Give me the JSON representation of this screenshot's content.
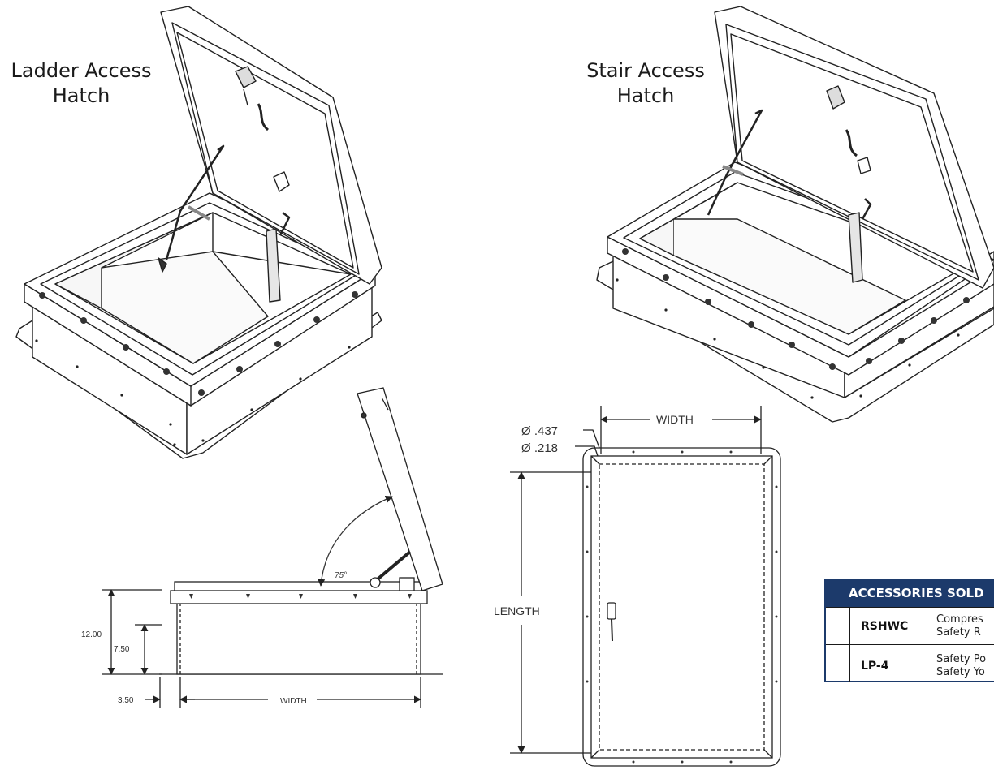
{
  "labels": {
    "ladder_line1": "Ladder Access",
    "ladder_line2": "Hatch",
    "stair_line1": "Stair Access",
    "stair_line2": "Hatch"
  },
  "side_view": {
    "angle": "75°",
    "height_total": "12.00",
    "height_curb": "7.50",
    "flange": "3.50",
    "width": "WIDTH"
  },
  "plan_view": {
    "dia_outer": "Ø .437",
    "dia_inner": "Ø .218",
    "width": "WIDTH",
    "length": "LENGTH"
  },
  "accessories": {
    "header": "ACCESSORIES SOLD",
    "rows": [
      {
        "code": "RSHWC",
        "desc_line1": "Compres",
        "desc_line2": "Safety R"
      },
      {
        "code": "LP-4",
        "desc_line1": "Safety Po",
        "desc_line2": "Safety Yo"
      }
    ]
  }
}
